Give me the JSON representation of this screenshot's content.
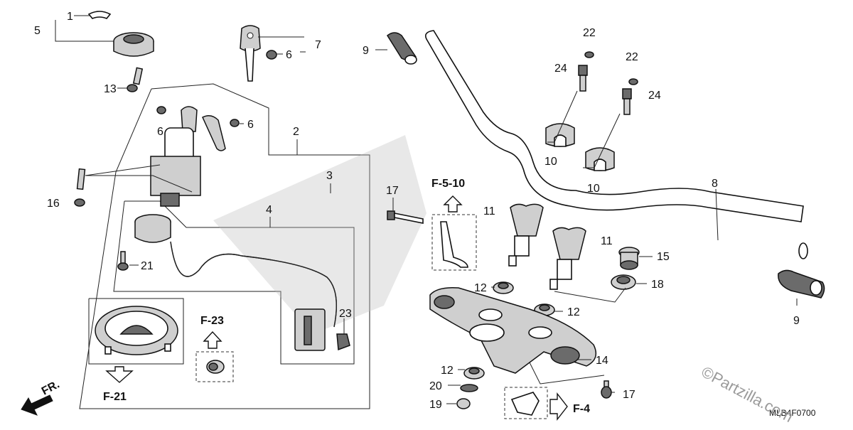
{
  "callouts": {
    "c1": "1",
    "c2": "2",
    "c3": "3",
    "c4": "4",
    "c5": "5",
    "c6a": "6",
    "c6b": "6",
    "c6c": "6",
    "c7": "7",
    "c8": "8",
    "c9a": "9",
    "c9b": "9",
    "c10a": "10",
    "c10b": "10",
    "c11a": "11",
    "c11b": "11",
    "c12a": "12",
    "c12b": "12",
    "c12c": "12",
    "c13": "13",
    "c14": "14",
    "c15": "15",
    "c16": "16",
    "c17a": "17",
    "c17b": "17",
    "c18": "18",
    "c19": "19",
    "c20": "20",
    "c21": "21",
    "c22a": "22",
    "c22b": "22",
    "c23": "23",
    "c24a": "24",
    "c24b": "24"
  },
  "refs": {
    "f510": "F-5-10",
    "f23": "F-23",
    "f21": "F-21",
    "f4": "F-4"
  },
  "direction_label": "FR.",
  "diagram_code": "MLB4F0700",
  "watermark": "©Partzilla.com"
}
